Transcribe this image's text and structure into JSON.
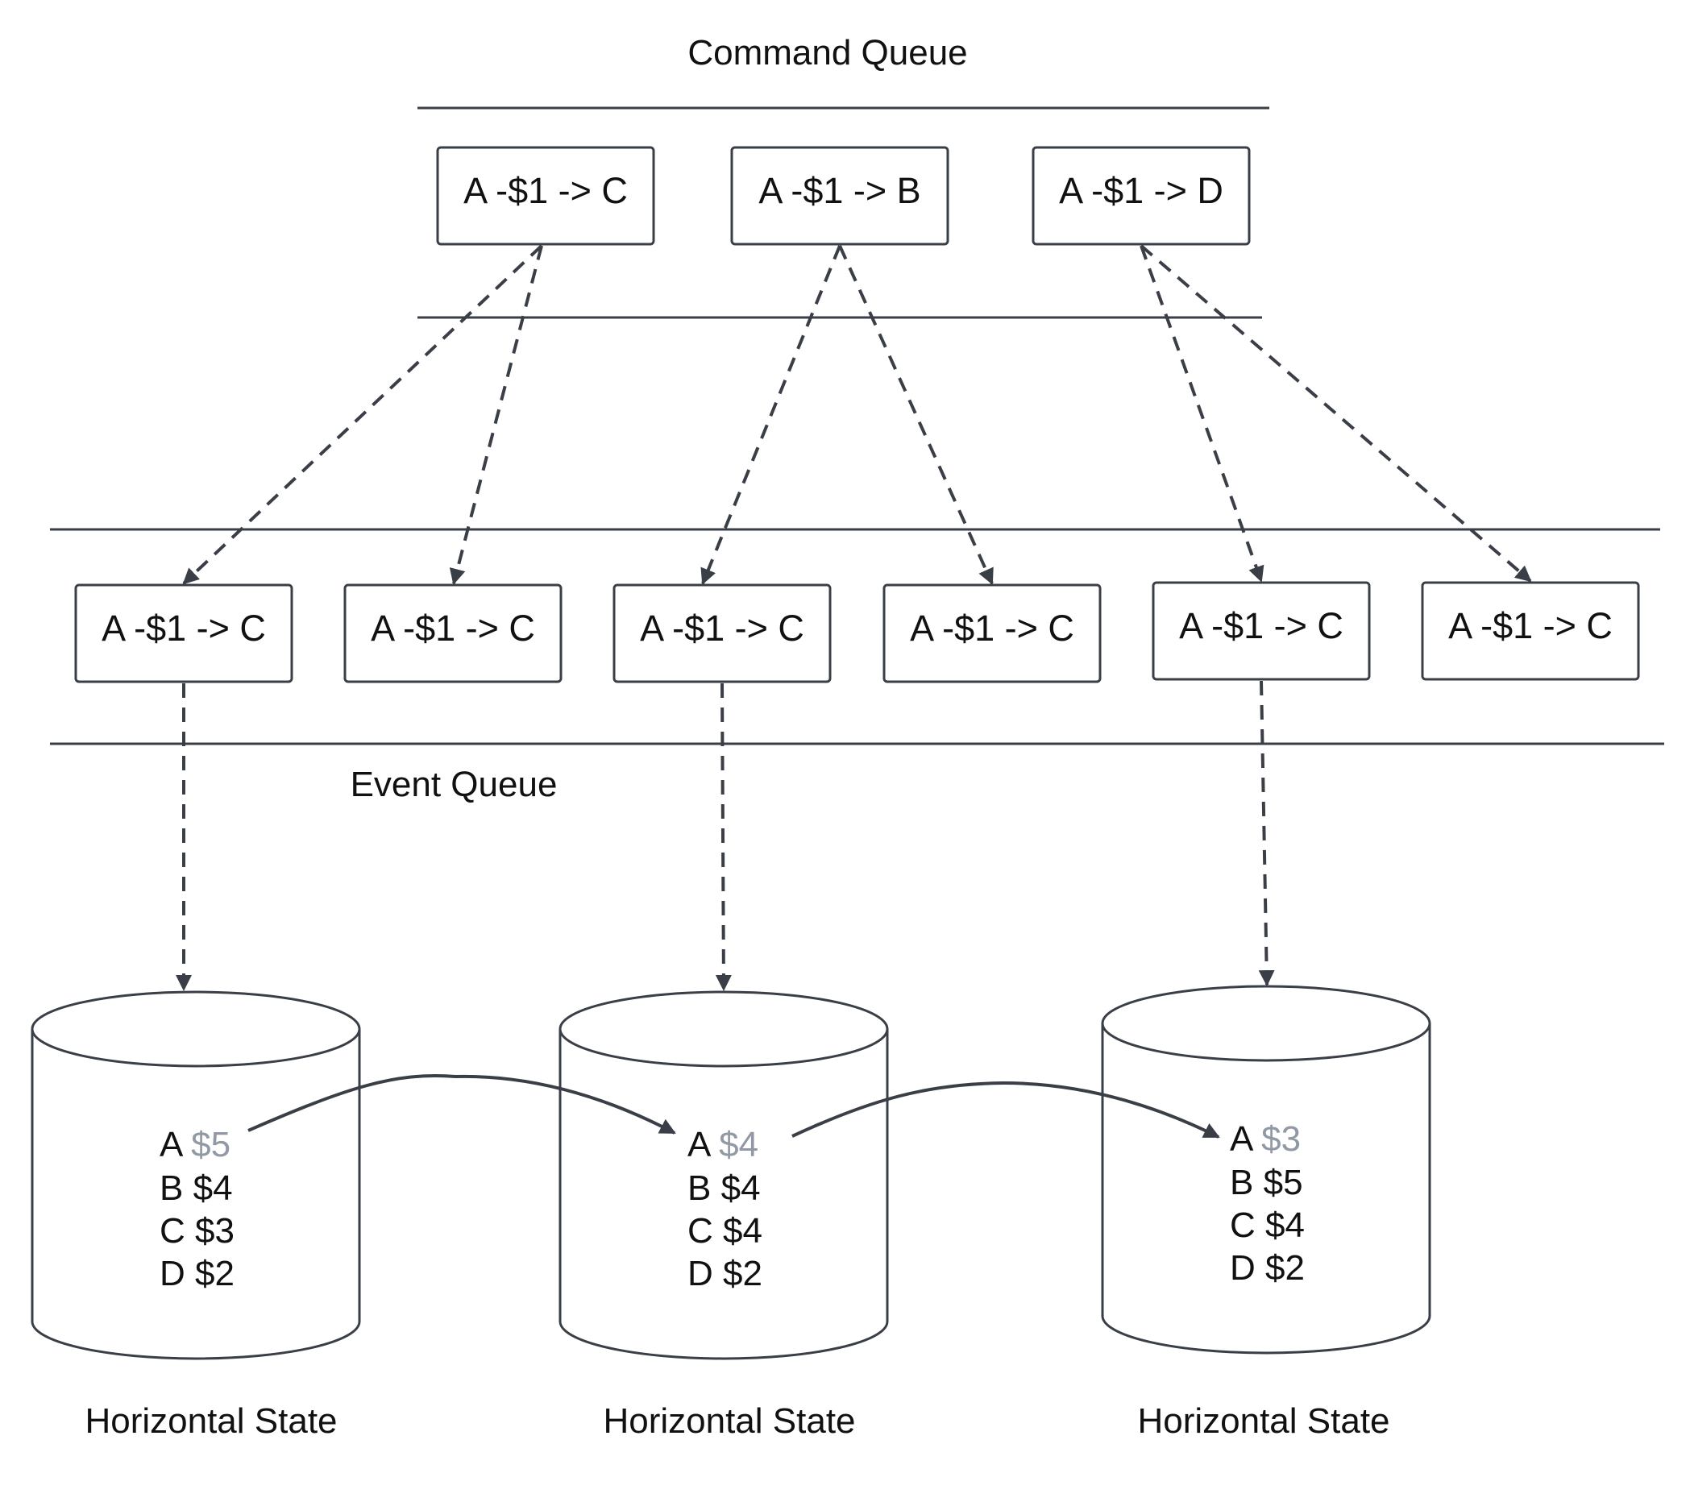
{
  "diagram": {
    "command_queue": {
      "label": "Command Queue",
      "commands": [
        "A -$1 -> C",
        "A -$1 -> B",
        "A -$1 -> D"
      ]
    },
    "event_queue": {
      "label": "Event Queue",
      "events": [
        "A -$1 -> C",
        "A -$1 -> C",
        "A -$1 -> C",
        "A -$1 -> C",
        "A -$1 -> C",
        "A -$1 -> C"
      ]
    },
    "states": [
      {
        "label": "Horizontal State",
        "rows": [
          {
            "key": "A",
            "value": "$5",
            "muted": true
          },
          {
            "key": "B",
            "value": "$4",
            "muted": false
          },
          {
            "key": "C",
            "value": "$3",
            "muted": false
          },
          {
            "key": "D",
            "value": "$2",
            "muted": false
          }
        ]
      },
      {
        "label": "Horizontal State",
        "rows": [
          {
            "key": "A",
            "value": "$4",
            "muted": true
          },
          {
            "key": "B",
            "value": "$4",
            "muted": false
          },
          {
            "key": "C",
            "value": "$4",
            "muted": false
          },
          {
            "key": "D",
            "value": "$2",
            "muted": false
          }
        ]
      },
      {
        "label": "Horizontal State",
        "rows": [
          {
            "key": "A",
            "value": "$3",
            "muted": true
          },
          {
            "key": "B",
            "value": "$5",
            "muted": false
          },
          {
            "key": "C",
            "value": "$4",
            "muted": false
          },
          {
            "key": "D",
            "value": "$2",
            "muted": false
          }
        ]
      }
    ],
    "colors": {
      "stroke": "#3a3f47",
      "text": "#111111",
      "muted_value": "#9099a4"
    }
  }
}
